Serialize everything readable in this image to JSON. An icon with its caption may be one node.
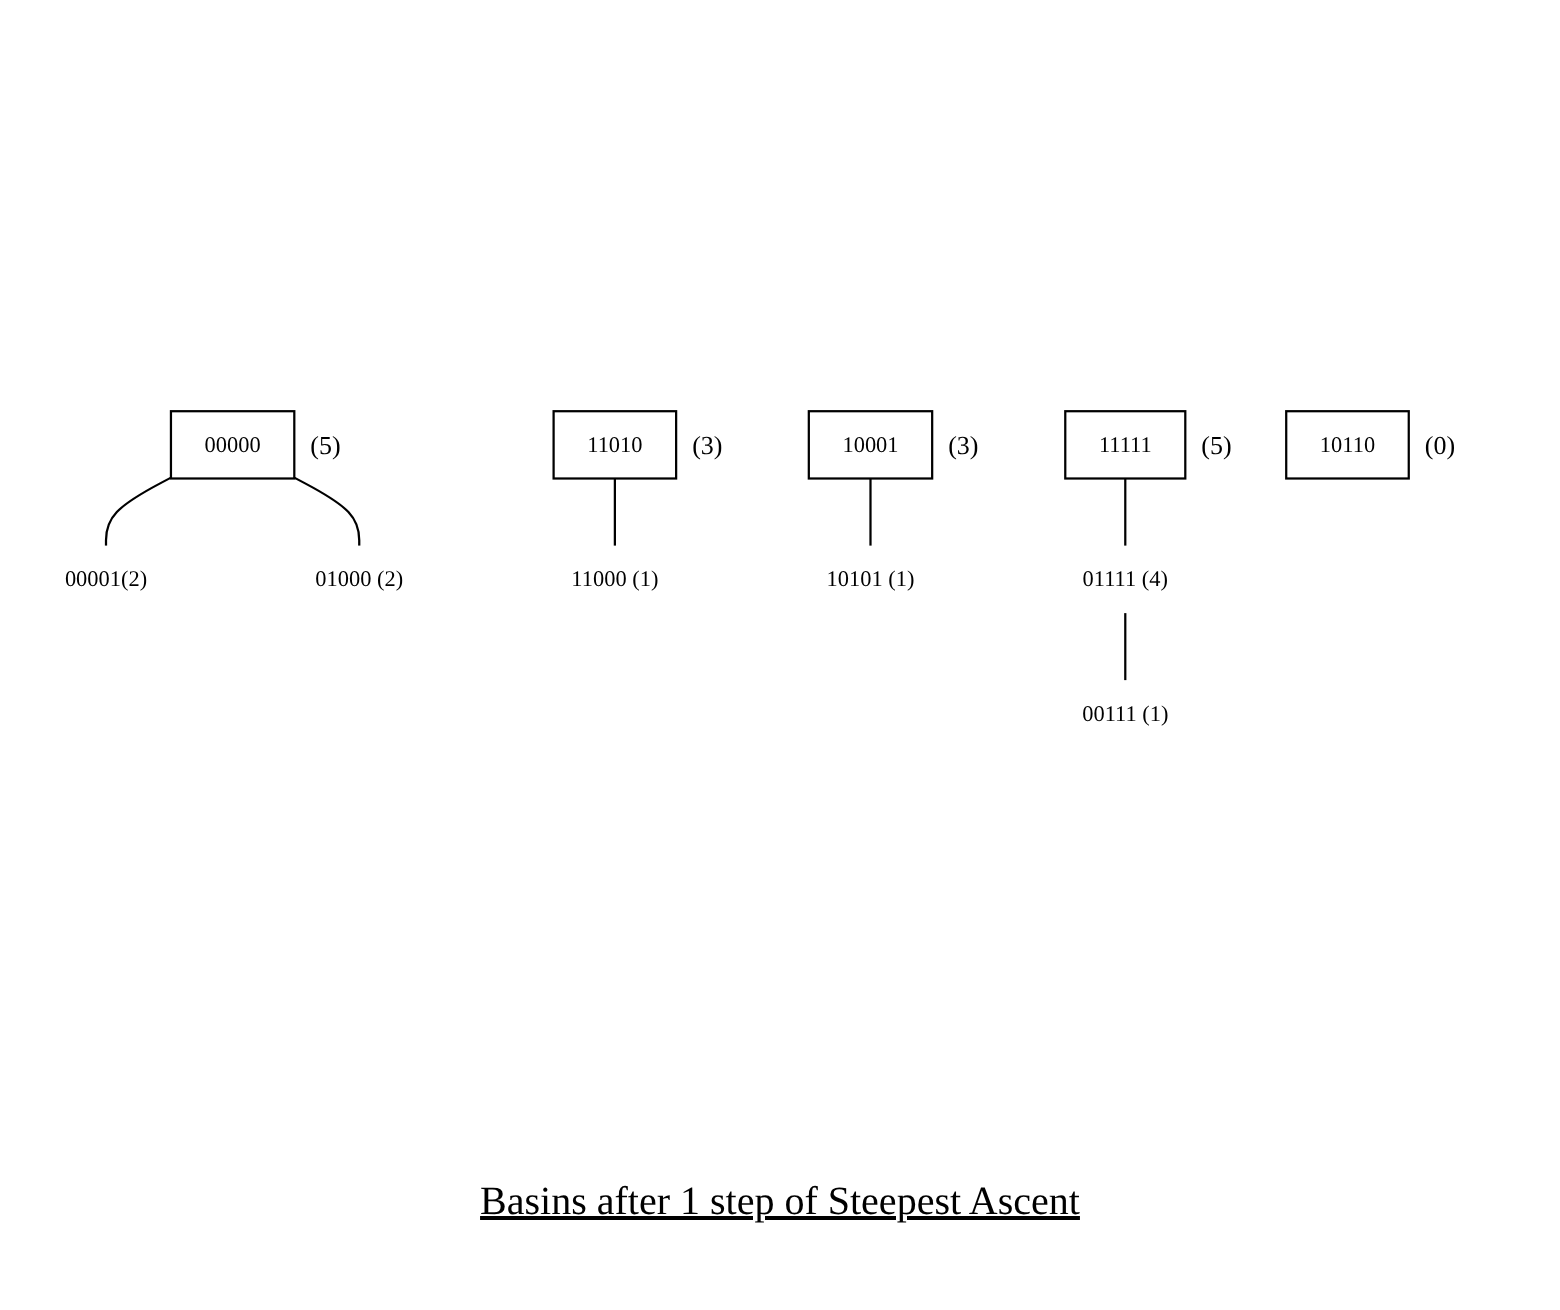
{
  "diagram": {
    "caption": "Basins after 1 step of Steepest Ascent",
    "nodes": [
      {
        "text": [
          "00000"
        ],
        "beside": [
          "(5)"
        ]
      },
      {
        "text": [
          "00001(2)"
        ]
      },
      {
        "text": [
          "01000 (2)"
        ]
      },
      {
        "text": [
          "11010"
        ],
        "beside": [
          "(3)"
        ]
      },
      {
        "text": [
          "10001"
        ],
        "beside": [
          "(3)"
        ]
      },
      {
        "text": [
          "11000  (1)"
        ]
      },
      {
        "text": [
          "11111"
        ],
        "beside": [
          "(5)"
        ]
      },
      {
        "text": [
          "10101 (1)"
        ]
      },
      {
        "text": [
          "01111 (4)"
        ]
      },
      {
        "text": [
          "10110"
        ],
        "beside": [
          "(0)"
        ]
      },
      {
        "text": [
          "00111 (1)"
        ]
      }
    ],
    "edges": [
      {
        "from": 0,
        "to": 1,
        "arrow": "none"
      },
      {
        "from": 0,
        "to": 2,
        "arrow": "none"
      },
      {
        "from": 3,
        "to": 5,
        "arrow": "none"
      },
      {
        "from": 4,
        "to": 7,
        "arrow": "none"
      },
      {
        "from": 6,
        "to": 8,
        "arrow": "none"
      },
      {
        "from": 8,
        "to": 10,
        "arrow": "none"
      }
    ]
  }
}
